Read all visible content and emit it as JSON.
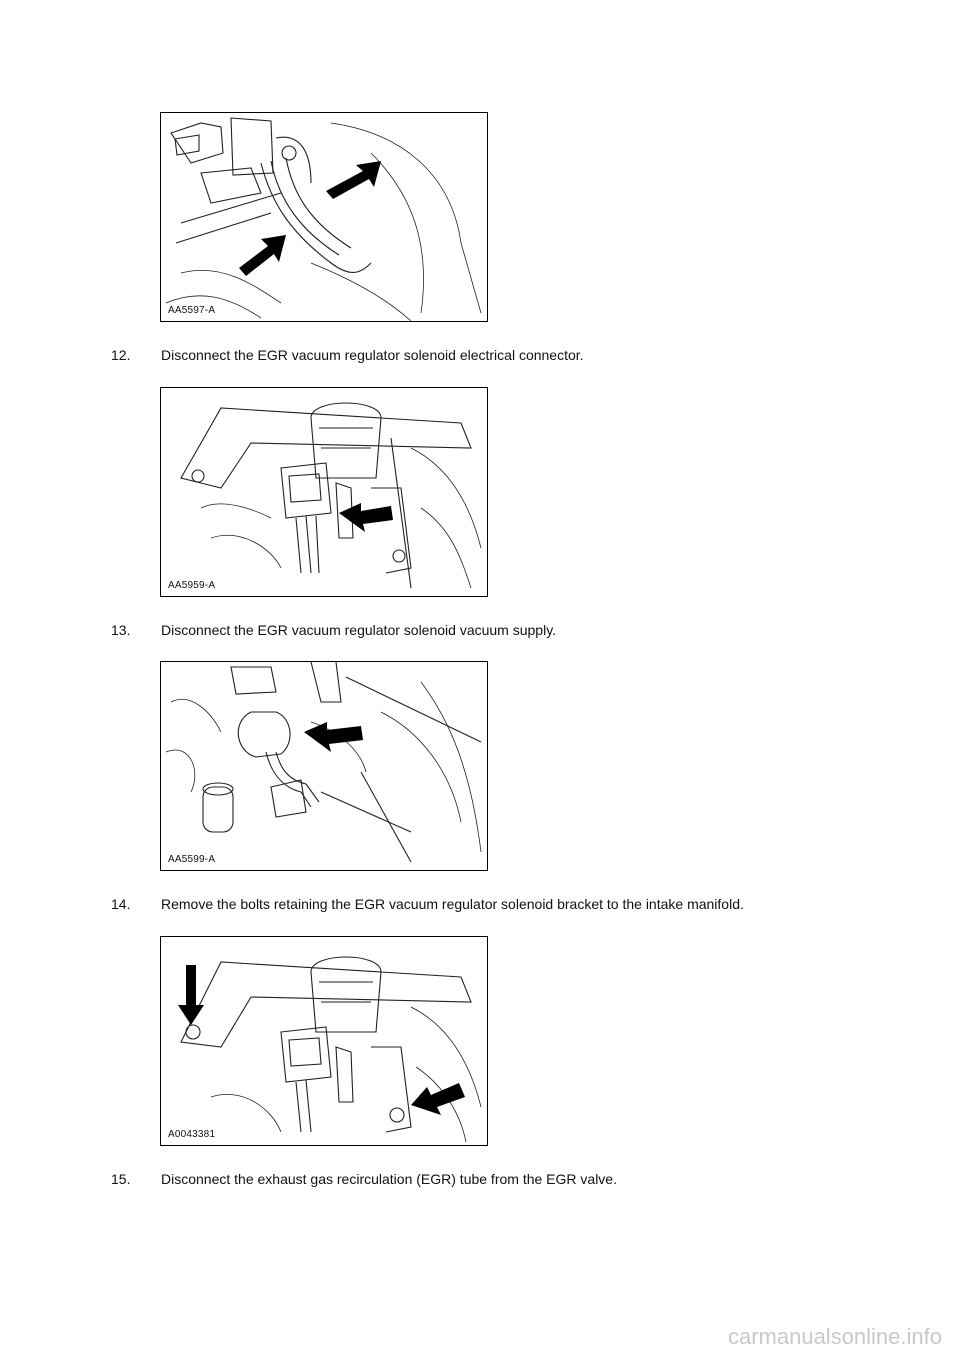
{
  "figures": [
    {
      "code": "AA5597-A"
    },
    {
      "code": "AA5959-A"
    },
    {
      "code": "AA5599-A"
    },
    {
      "code": "A0043381"
    }
  ],
  "steps": [
    {
      "number": "12.",
      "text": "Disconnect the EGR vacuum regulator solenoid electrical connector."
    },
    {
      "number": "13.",
      "text": "Disconnect the EGR vacuum regulator solenoid vacuum supply."
    },
    {
      "number": "14.",
      "text": "Remove the bolts retaining the EGR vacuum regulator solenoid bracket to the intake manifold."
    },
    {
      "number": "15.",
      "text": "Disconnect the exhaust gas recirculation (EGR) tube from the EGR valve."
    }
  ],
  "watermark": "carmanualsonline.info"
}
